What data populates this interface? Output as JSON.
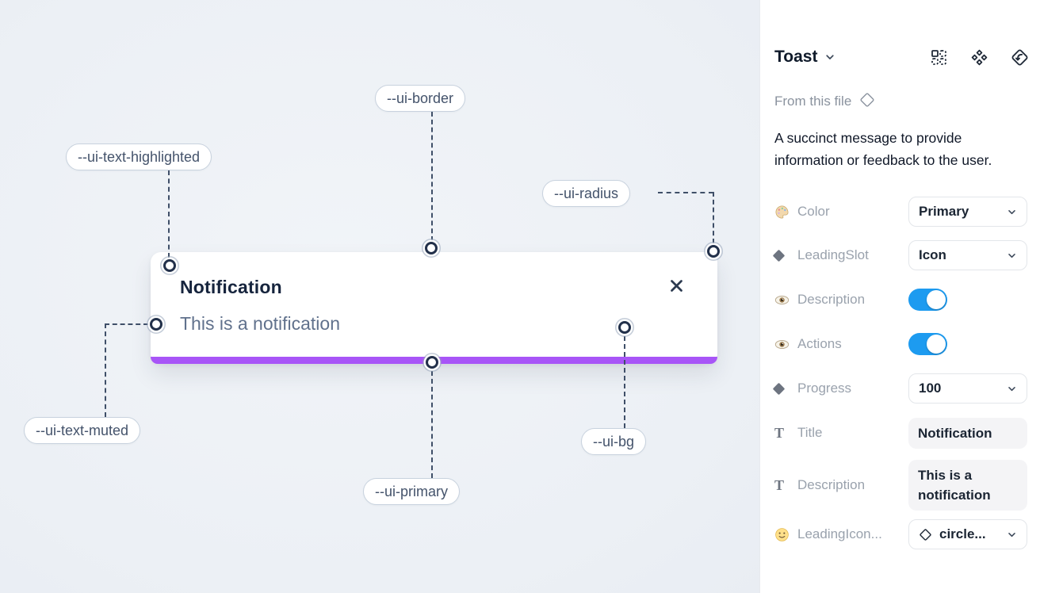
{
  "canvas": {
    "toast": {
      "title": "Notification",
      "description": "This is a notification"
    },
    "labels": [
      {
        "text": "--ui-border"
      },
      {
        "text": "--ui-text-highlighted"
      },
      {
        "text": "--ui-radius"
      },
      {
        "text": "--ui-text-muted"
      },
      {
        "text": "--ui-primary"
      },
      {
        "text": "--ui-bg"
      }
    ],
    "colors": {
      "primary_bar": "#a855f7",
      "canvas_background": "#edf1f6",
      "dashed_line": "#3f4f68"
    }
  },
  "panel": {
    "component_name": "Toast",
    "source_label": "From this file",
    "description": "A succinct message to provide information or feedback to the user.",
    "header_icons": [
      "instance-grid-icon",
      "component-diamonds-icon",
      "detach-instance-icon"
    ],
    "properties": [
      {
        "label": "Color",
        "icon": "palette-icon",
        "control": "select",
        "value": "Primary"
      },
      {
        "label": "LeadingSlot",
        "icon": "diamond-icon",
        "control": "select",
        "value": "Icon"
      },
      {
        "label": "Description",
        "icon": "eye-icon",
        "control": "toggle",
        "value": true
      },
      {
        "label": "Actions",
        "icon": "eye-icon",
        "control": "toggle",
        "value": true
      },
      {
        "label": "Progress",
        "icon": "diamond-icon",
        "control": "select",
        "value": "100"
      },
      {
        "label": "Title",
        "icon": "text-icon",
        "control": "text",
        "value": "Notification"
      },
      {
        "label": "Description",
        "icon": "text-icon",
        "control": "text",
        "value": "This is a notification"
      },
      {
        "label": "LeadingIcon...",
        "icon": "smiley-icon",
        "control": "select",
        "value": "circle...",
        "value_icon": "diamond-outline-icon"
      }
    ],
    "colors": {
      "toggle_on": "#1d9bf0"
    }
  }
}
